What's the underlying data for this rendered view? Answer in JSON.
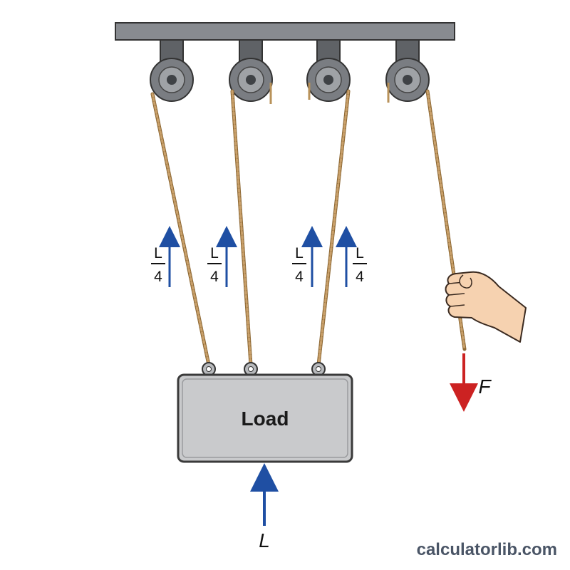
{
  "diagram": {
    "tension_labels": [
      {
        "numerator": "L",
        "denominator": "4"
      },
      {
        "numerator": "L",
        "denominator": "4"
      },
      {
        "numerator": "L",
        "denominator": "4"
      },
      {
        "numerator": "L",
        "denominator": "4"
      }
    ],
    "load_label": "Load",
    "load_force_label": "L",
    "applied_force_label": "F"
  },
  "watermark": "calculatorlib.com",
  "colors": {
    "beam": "#888b90",
    "pulley": "#7a7d82",
    "rope": "#b8925a",
    "load_fill": "#c9cacc",
    "up_arrow": "#1f4fa3",
    "down_arrow": "#cc2222",
    "skin": "#f6d2b0"
  }
}
